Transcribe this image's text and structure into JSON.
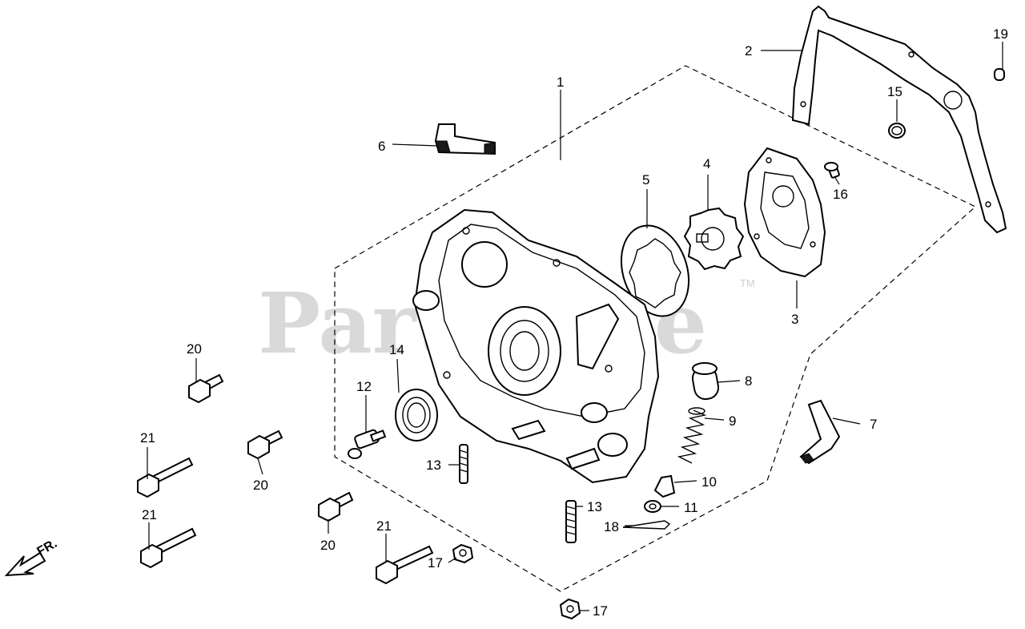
{
  "watermark": {
    "brand": "PartsTree",
    "trademark": "TM"
  },
  "direction_marker": {
    "text": "FR."
  },
  "callouts": [
    {
      "id": "c1",
      "text": "1"
    },
    {
      "id": "c2",
      "text": "2"
    },
    {
      "id": "c3",
      "text": "3"
    },
    {
      "id": "c4",
      "text": "4"
    },
    {
      "id": "c5",
      "text": "5"
    },
    {
      "id": "c6",
      "text": "6"
    },
    {
      "id": "c7",
      "text": "7"
    },
    {
      "id": "c8",
      "text": "8"
    },
    {
      "id": "c9",
      "text": "9"
    },
    {
      "id": "c10",
      "text": "10"
    },
    {
      "id": "c11",
      "text": "11"
    },
    {
      "id": "c12",
      "text": "12"
    },
    {
      "id": "c13a",
      "text": "13"
    },
    {
      "id": "c13b",
      "text": "13"
    },
    {
      "id": "c14",
      "text": "14"
    },
    {
      "id": "c15",
      "text": "15"
    },
    {
      "id": "c16",
      "text": "16"
    },
    {
      "id": "c17a",
      "text": "17"
    },
    {
      "id": "c17b",
      "text": "17"
    },
    {
      "id": "c18",
      "text": "18"
    },
    {
      "id": "c19",
      "text": "19"
    },
    {
      "id": "c20a",
      "text": "20"
    },
    {
      "id": "c20b",
      "text": "20"
    },
    {
      "id": "c20c",
      "text": "20"
    },
    {
      "id": "c21a",
      "text": "21"
    },
    {
      "id": "c21b",
      "text": "21"
    },
    {
      "id": "c21c",
      "text": "21"
    }
  ]
}
